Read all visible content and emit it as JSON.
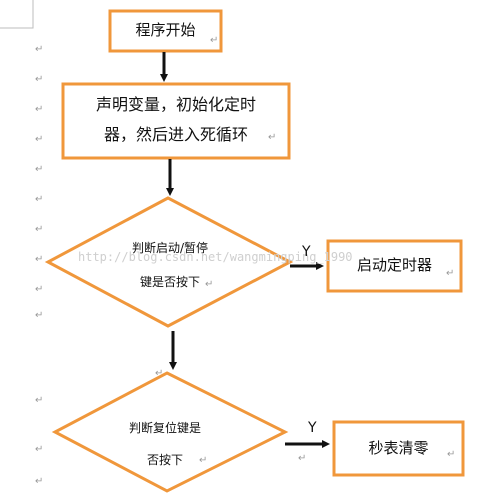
{
  "nodes": {
    "start": "程序开始",
    "declare_line1": "声明变量，初始化定时",
    "declare_line2": "器，然后进入死循环",
    "decision_start_pause_line1": "判断启动/暂停",
    "decision_start_pause_line2": "键是否按下",
    "start_timer": "启动定时器",
    "decision_reset_line1": "判断复位键是",
    "decision_reset_line2": "否按下",
    "clear_stopwatch": "秒表清零"
  },
  "edge_labels": {
    "yes_1": "Y",
    "yes_2": "Y"
  },
  "watermark": "http://blog.csdn.net/wangmingping_1990",
  "paragraph_mark": "↵",
  "colors": {
    "box_border": "#f0973b",
    "arrow": "#111111",
    "margin_line": "#bdbdbd"
  }
}
